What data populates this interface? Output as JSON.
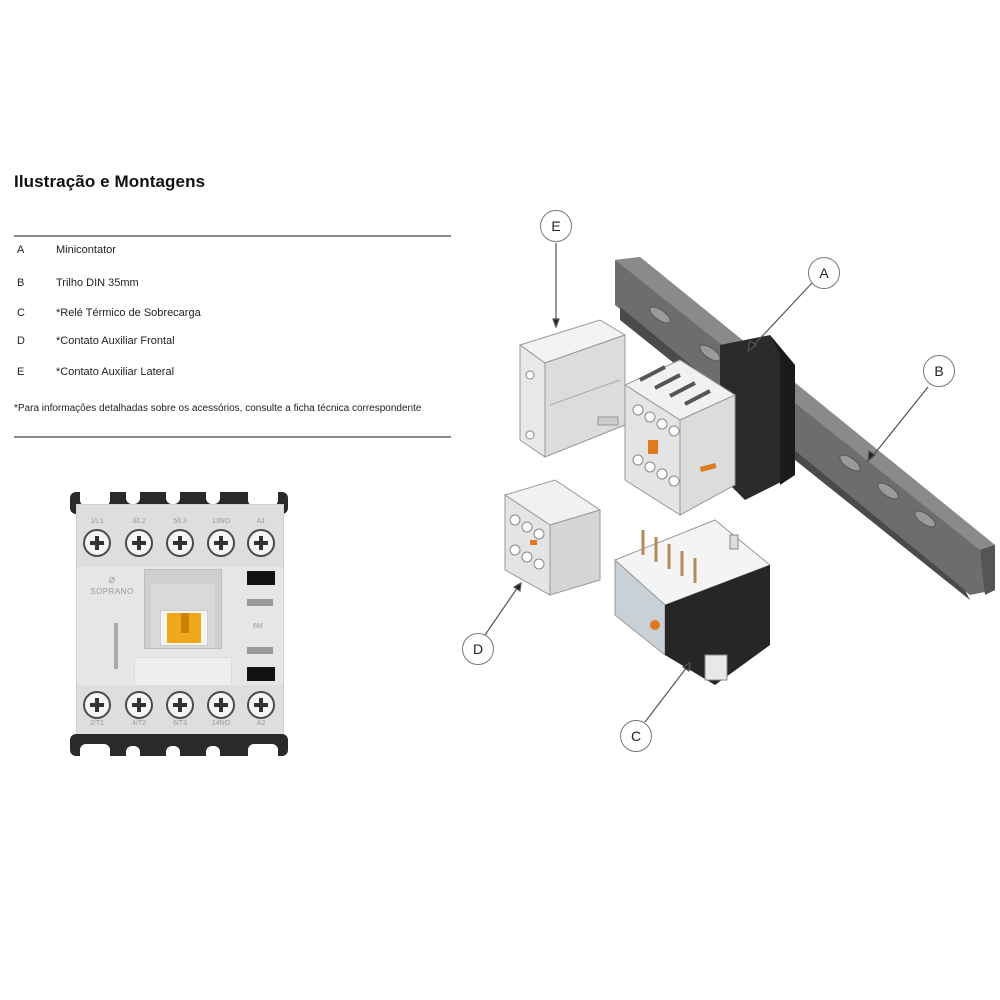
{
  "page": {
    "title": "Ilustração e Montagens"
  },
  "legend": {
    "items": [
      {
        "key": "A",
        "label": "Minicontator"
      },
      {
        "key": "B",
        "label": "Trilho DIN 35mm"
      },
      {
        "key": "C",
        "label": "*Relé Térmico de Sobrecarga"
      },
      {
        "key": "D",
        "label": "*Contato Auxiliar Frontal"
      },
      {
        "key": "E",
        "label": "*Contato Auxiliar Lateral"
      }
    ],
    "footnote": "*Para informações detalhadas sobre os acessórios, consulte a ficha técnica correspondente"
  },
  "contactor_front": {
    "brand": "SOPRANO",
    "brand_mark": "Ø",
    "side_text": "6M",
    "top_terminals": [
      "1/L1",
      "3/L2",
      "5/L3",
      "13NO",
      "A1"
    ],
    "bottom_terminals": [
      "2/T1",
      "4/T2",
      "6/T3",
      "14NO",
      "A2"
    ],
    "colors": {
      "indicator": "#f2a81d",
      "body": "#e6e6e6",
      "rail": "#2a2a2a"
    }
  },
  "diagram": {
    "callouts": [
      {
        "key": "E",
        "target": "Contato Auxiliar Lateral"
      },
      {
        "key": "A",
        "target": "Minicontator"
      },
      {
        "key": "B",
        "target": "Trilho DIN 35mm"
      },
      {
        "key": "D",
        "target": "Contato Auxiliar Frontal"
      },
      {
        "key": "C",
        "target": "Relé Térmico de Sobrecarga"
      }
    ]
  }
}
